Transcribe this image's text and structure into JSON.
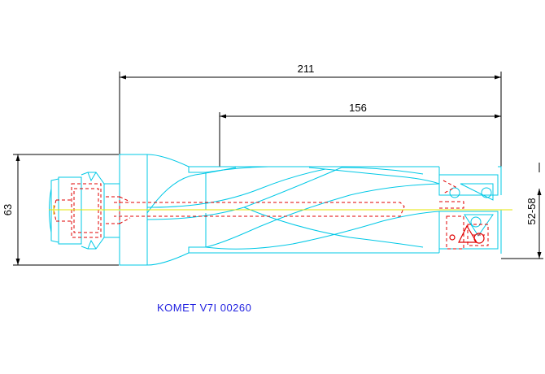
{
  "drawing": {
    "caption": "KOMET V7I 00260",
    "dimensions": {
      "overall_length": "211",
      "drill_length": "156",
      "shank_diameter": "63",
      "cut_diameter_range": "52-58"
    }
  },
  "colors": {
    "outline": "#00c8e6",
    "hidden_lines": "#e00000",
    "center_line": "#e6e600",
    "dimension_lines": "#000000",
    "caption": "#1f1fe0"
  }
}
